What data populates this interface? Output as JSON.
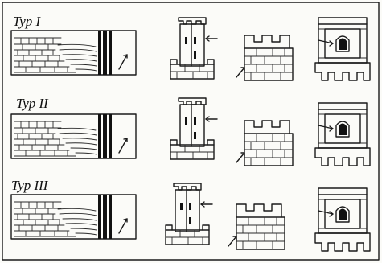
{
  "rows": [
    {
      "label": "Typ I"
    },
    {
      "label": "Typ II"
    },
    {
      "label": "Typ III"
    }
  ],
  "colors": {
    "ink": "#1a1a1a",
    "paper": "#fbfbf8"
  }
}
